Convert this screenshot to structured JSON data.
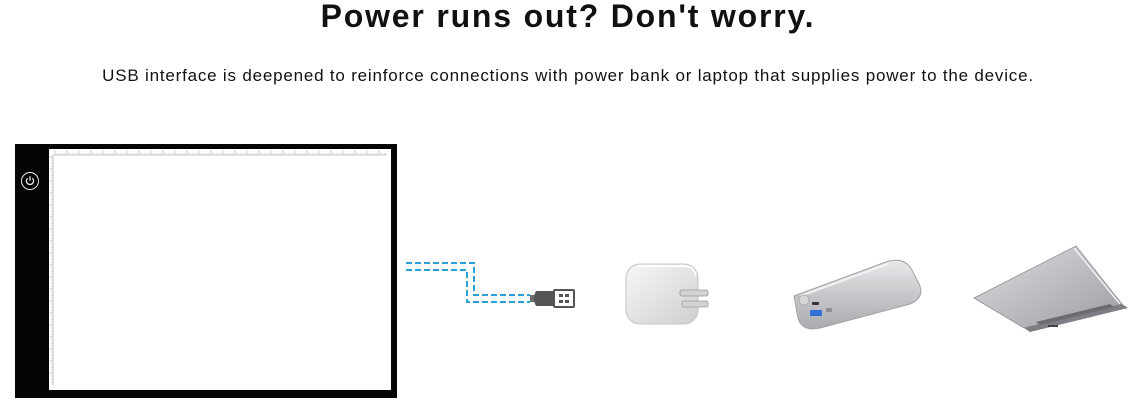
{
  "headline": "Power runs out? Don't worry.",
  "subline": "USB interface is deepened to reinforce connections with power bank or laptop that supplies power to the device.",
  "icons": {
    "power_button": "power-icon",
    "cable": "usb-cable",
    "devices": [
      "wall-charger-icon",
      "power-bank-icon",
      "laptop-icon"
    ]
  },
  "colors": {
    "cable_dash": "#2aa0d8",
    "tablet_frame": "#050505",
    "device_silver": "#c9cbce"
  }
}
